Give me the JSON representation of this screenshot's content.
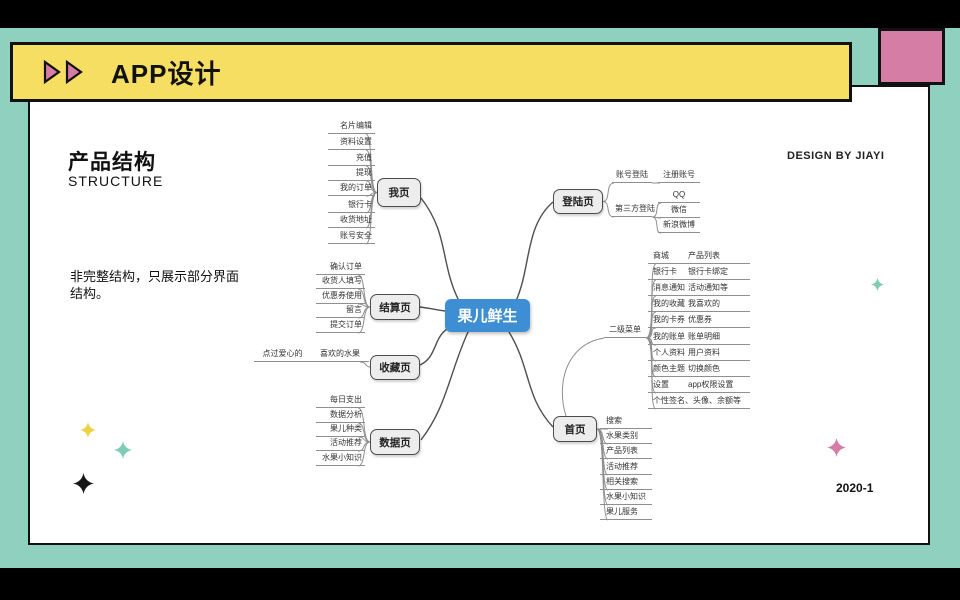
{
  "header": {
    "title": "APP设计"
  },
  "intro": {
    "title": "产品结构",
    "subtitle": "STRUCTURE",
    "note_line1": "非完整结构，只展示部分界面",
    "note_line2": "结构。",
    "credit": "DESIGN BY JIAYI",
    "date": "2020-1"
  },
  "colors": {
    "frame_teal": "#8fd0be",
    "header_yellow": "#f6de62",
    "accent_pink": "#d67da6",
    "center_blue": "#3e8ed3",
    "node_gray": "#ededed"
  },
  "mindmap": {
    "center": "果儿鲜生",
    "wo": {
      "label": "我页",
      "children": [
        "名片编辑",
        "资料设置",
        "充值",
        "提现",
        "我的订单",
        "银行卡",
        "收货地址",
        "账号安全"
      ]
    },
    "login": {
      "label": "登陆页",
      "account": {
        "label": "账号登陆",
        "child": "注册账号"
      },
      "third": {
        "label": "第三方登陆",
        "children": [
          "QQ",
          "微信",
          "新浪微博"
        ]
      }
    },
    "checkout": {
      "label": "结算页",
      "children": [
        "确认订单",
        "收货人填写",
        "优惠券使用",
        "留言",
        "提交订单"
      ]
    },
    "fav": {
      "label": "收藏页",
      "child": "喜欢的水果",
      "grandchild": "点过爱心的"
    },
    "data": {
      "label": "数据页",
      "children": [
        "每日支出",
        "数据分析",
        "果儿种类",
        "活动推荐",
        "水果小知识"
      ]
    },
    "home": {
      "label": "首页",
      "children": [
        "搜索",
        "水果类别",
        "产品列表",
        "活动推荐",
        "相关搜索",
        "水果小知识",
        "果儿服务"
      ]
    },
    "submenu": {
      "label": "二级菜单",
      "items": [
        {
          "k": "商城",
          "v": "产品列表"
        },
        {
          "k": "银行卡",
          "v": "银行卡绑定"
        },
        {
          "k": "消息通知",
          "v": "活动通知等"
        },
        {
          "k": "我的收藏",
          "v": "我喜欢的"
        },
        {
          "k": "我的卡券",
          "v": "优惠券"
        },
        {
          "k": "我的账单",
          "v": "账单明细"
        },
        {
          "k": "个人资料",
          "v": "用户资料"
        },
        {
          "k": "颜色主题",
          "v": "切换颜色"
        },
        {
          "k": "设置",
          "v": "app权限设置"
        },
        {
          "k": "个性签名、头像、余额等",
          "v": ""
        }
      ]
    }
  }
}
